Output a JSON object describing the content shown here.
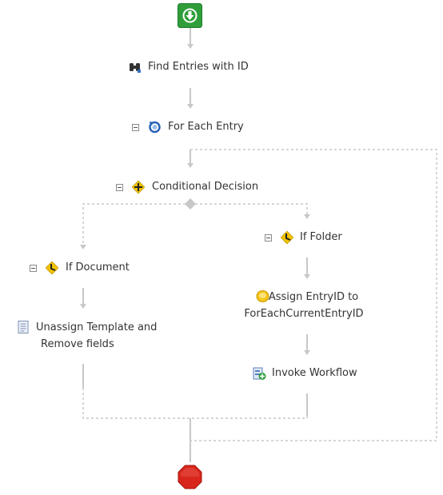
{
  "colors": {
    "connector": "#c8c8c8",
    "dashed": "#c8c8c8",
    "start": "#2f9e3a",
    "stop": "#d9261c",
    "text": "#333333"
  },
  "workflow": {
    "start": {
      "icon": "download-arrow-icon"
    },
    "find_entries": {
      "label": "Find Entries with ID",
      "icon": "binoculars-icon"
    },
    "for_each": {
      "label": "For Each Entry",
      "icon": "loop-arrow-icon"
    },
    "conditional": {
      "label": "Conditional Decision",
      "icon": "decision-diamond-icon"
    },
    "if_document": {
      "label": "If Document",
      "icon": "branch-icon"
    },
    "unassign": {
      "label_line1": "Unassign Template and",
      "label_line2": "Remove fields",
      "icon": "document-icon"
    },
    "if_folder": {
      "label": "If Folder",
      "icon": "branch-icon"
    },
    "assign": {
      "label_line1": "Assign EntryID to",
      "label_line2": "ForEachCurrentEntryID",
      "icon": "token-icon"
    },
    "invoke": {
      "label": "Invoke Workflow",
      "icon": "invoke-workflow-icon"
    },
    "stop": {
      "icon": "stop-octagon-icon"
    }
  }
}
